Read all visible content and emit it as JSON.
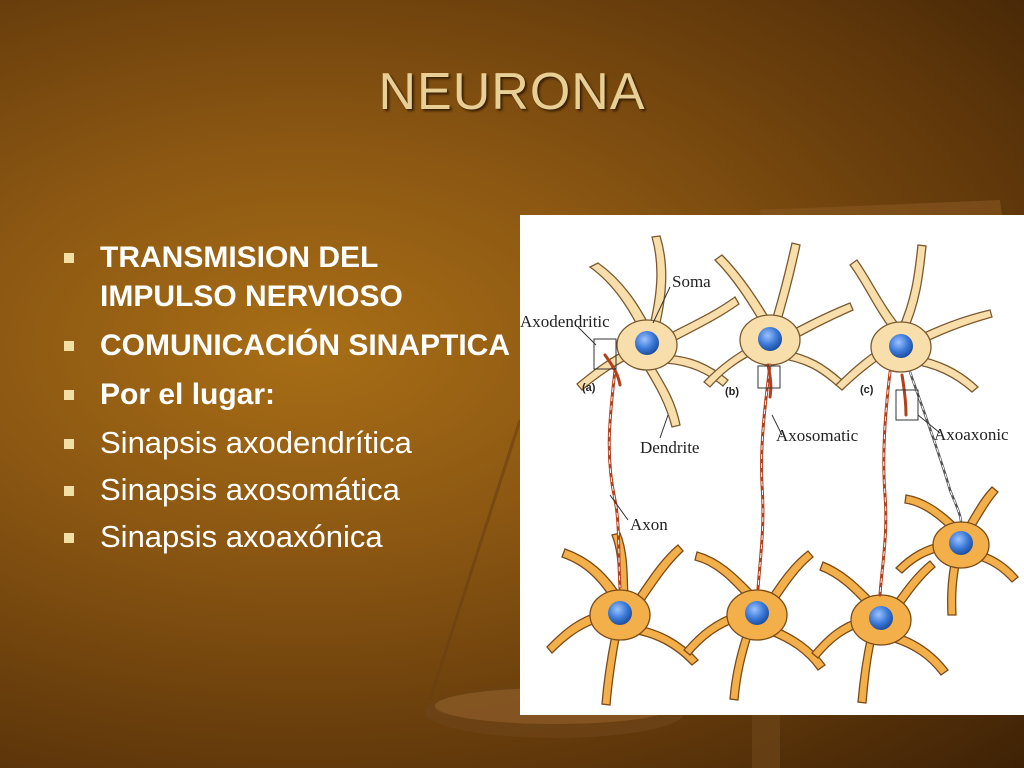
{
  "slide": {
    "title": "NEURONA",
    "bullets": [
      {
        "text": "TRANSMISION DEL IMPULSO NERVIOSO",
        "bold": true
      },
      {
        "text": "COMUNICACIÓN SINAPTICA",
        "bold": true
      },
      {
        "text": "Por el lugar:",
        "bold": true
      },
      {
        "text": "Sinapsis axodendrítica",
        "bold": false
      },
      {
        "text": "Sinapsis axosomática",
        "bold": false
      },
      {
        "text": "Sinapsis axoaxónica",
        "bold": false
      }
    ]
  },
  "figure": {
    "labels": {
      "soma": "Soma",
      "axodendritic": "Axodendritic",
      "dendrite": "Dendrite",
      "axon": "Axon",
      "axosomatic": "Axosomatic",
      "axoaxonic": "Axoaxonic",
      "panel_a": "(a)",
      "panel_b": "(b)",
      "panel_c": "(c)"
    },
    "colors": {
      "upper_cell": "#f7deaa",
      "lower_cell": "#f3b04a",
      "nucleus": "#3b78d8",
      "axon": "#b0401e"
    }
  }
}
